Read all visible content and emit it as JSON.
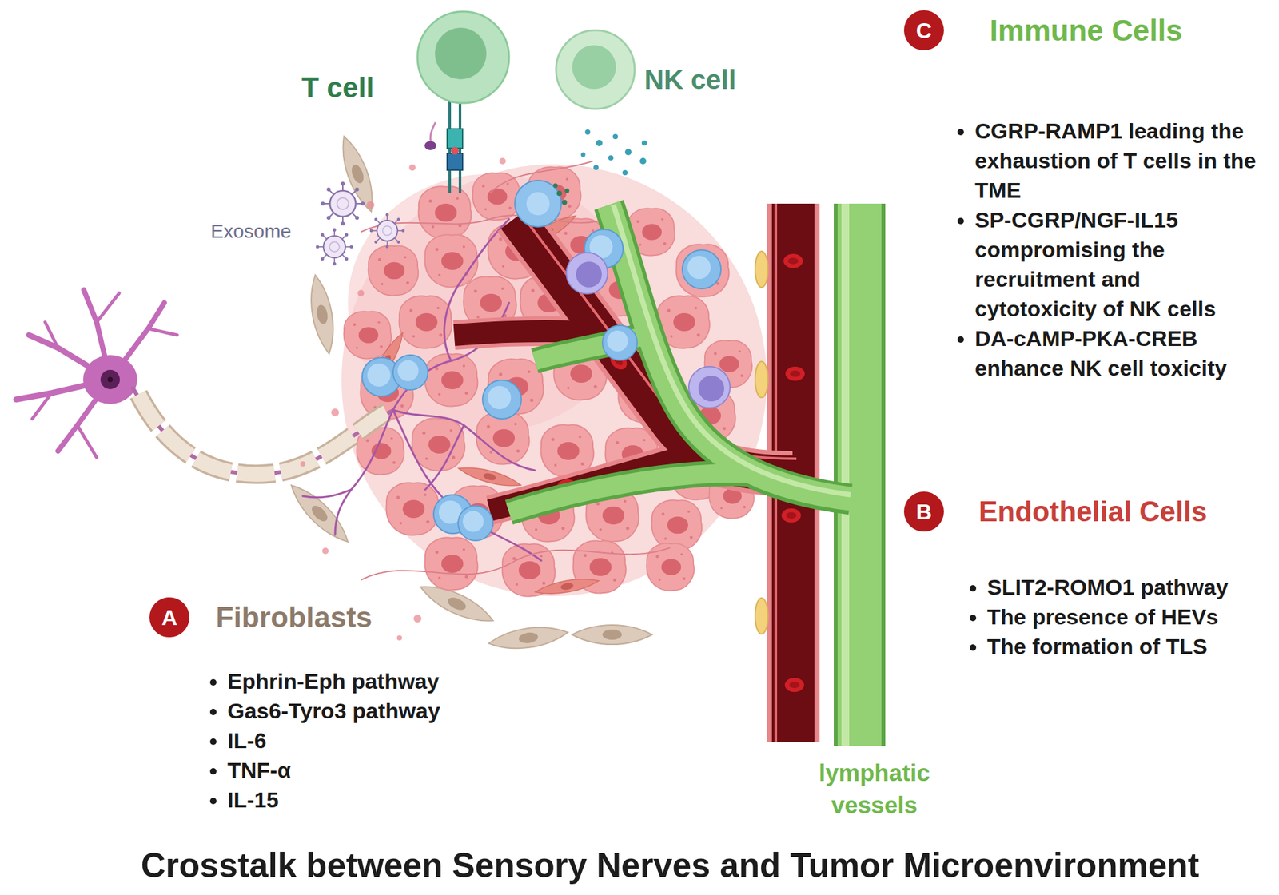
{
  "diagram": {
    "title": "Crosstalk between Sensory Nerves and Tumor Microenvironment",
    "nodes": [
      {
        "text": [
          "C",
          "Immune Cells"
        ]
      },
      {
        "text": [
          "T cell"
        ]
      },
      {
        "text": [
          "NK cell"
        ]
      },
      {
        "text": [
          "B",
          "Endothelial Cells"
        ]
      },
      {
        "text": [
          "A",
          "Fibroblasts"
        ]
      }
    ],
    "labels": [
      "Exosome",
      "CGRP-RAMP1 leading the exhaustion of T cells in the TME",
      "SP-CGRP/NGF-IL15 compromising the recruitment and cytotoxicity of NK cells",
      "DA-cAMP-PKA-CREB enhance NK cell toxicity",
      "SLIT2-ROMO1 pathway",
      "The presence of HEVs",
      "The formation of TLS",
      "lymphatic vessels",
      "Ephrin-Eph pathway",
      "Gas6-Tyro3 pathway",
      "IL-6",
      "TNF-α",
      "IL-15"
    ]
  }
}
